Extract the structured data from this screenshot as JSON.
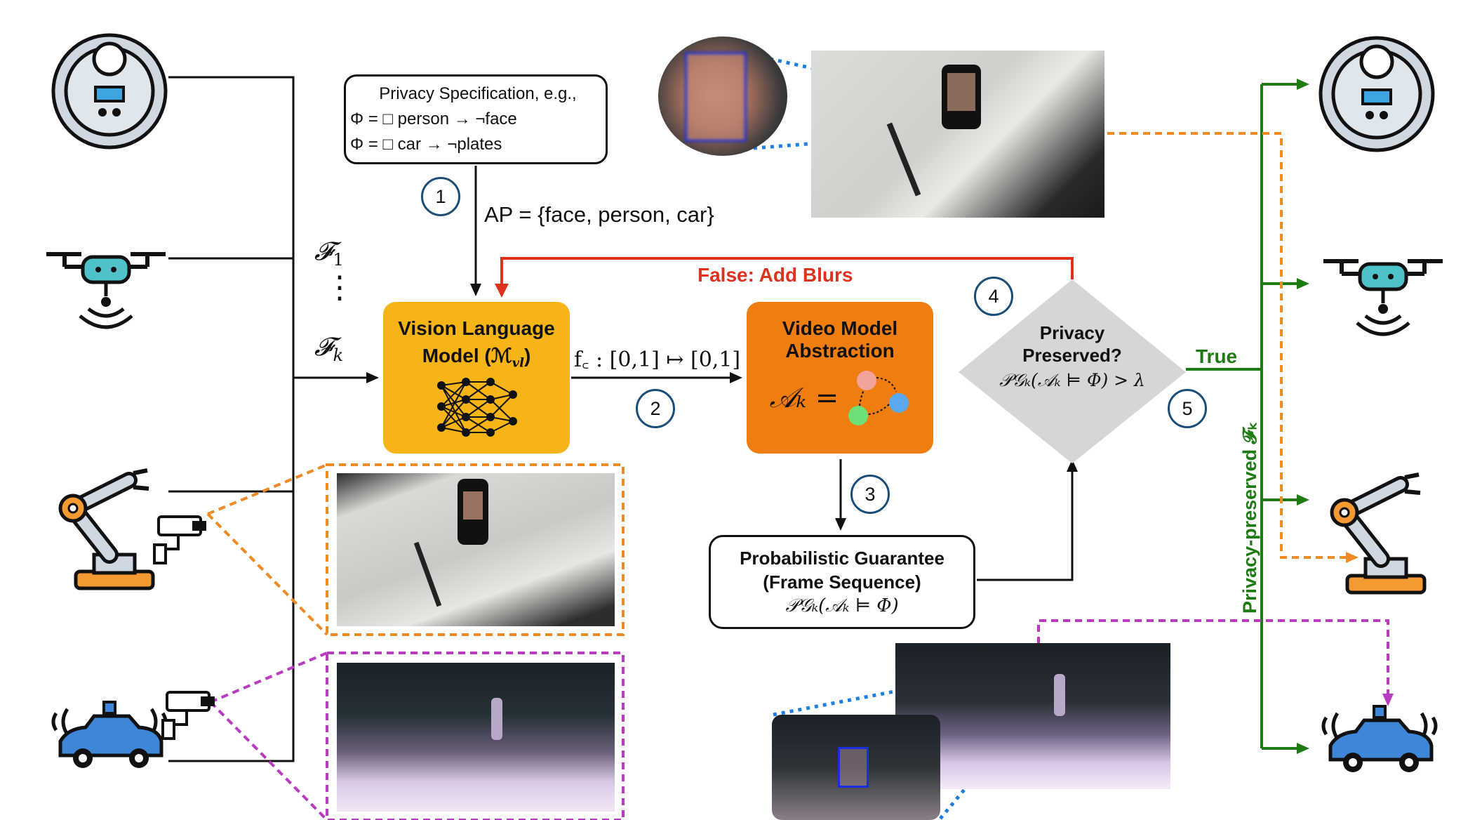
{
  "spec": {
    "title": "Privacy Specification, e.g.,",
    "line1": "Φ = □ person → ¬face",
    "line2": "Φ = □ car → ¬plates"
  },
  "ap_label": "AP = {face, person, car}",
  "frames": {
    "f1": "𝓕",
    "f1_sub": "1",
    "dots": "⋮",
    "fk": "𝓕",
    "fk_sub": "k"
  },
  "vlm": {
    "line1": "Vision Language",
    "line2": "Model (ℳ",
    "sub": "vl",
    "close": ")"
  },
  "fc_label": "f꜀ : [0,1] ↦ [0,1]",
  "vma": {
    "line1": "Video Model",
    "line2": "Abstraction",
    "formula": "𝒜ₖ ="
  },
  "guarantee": {
    "line1": "Probabilistic Guarantee",
    "line2": "(Frame Sequence)",
    "formula": "𝒫𝒢ₖ(𝒜ₖ ⊨ Φ)"
  },
  "decision": {
    "line1": "Privacy",
    "line2": "Preserved?",
    "formula": "𝒫𝒢ₖ(𝒜ₖ ⊨ Φ) > λ"
  },
  "false_label": "False: Add Blurs",
  "true_label": "True",
  "preserved_label": "Privacy-preserved 𝓕ₖ",
  "steps": [
    "1",
    "2",
    "3",
    "4",
    "5"
  ],
  "icons": {
    "left": [
      "robot-vacuum-icon",
      "drone-icon",
      "robot-arm-icon",
      "autonomous-car-icon"
    ],
    "right": [
      "robot-vacuum-icon",
      "drone-icon",
      "robot-arm-icon",
      "autonomous-car-icon"
    ],
    "cameras": [
      "security-camera-icon",
      "security-camera-icon"
    ]
  },
  "colors": {
    "step_ring": "#1a4d78",
    "false_red": "#e0301e",
    "true_green": "#1e7a12",
    "orange_dash": "#f08a24",
    "magenta_dash": "#b83cc0",
    "blue_dot": "#1e7fe0",
    "vlm_fill": "#f7b417",
    "vma_fill": "#f07d10",
    "diamond_fill": "#d6d6d6"
  }
}
